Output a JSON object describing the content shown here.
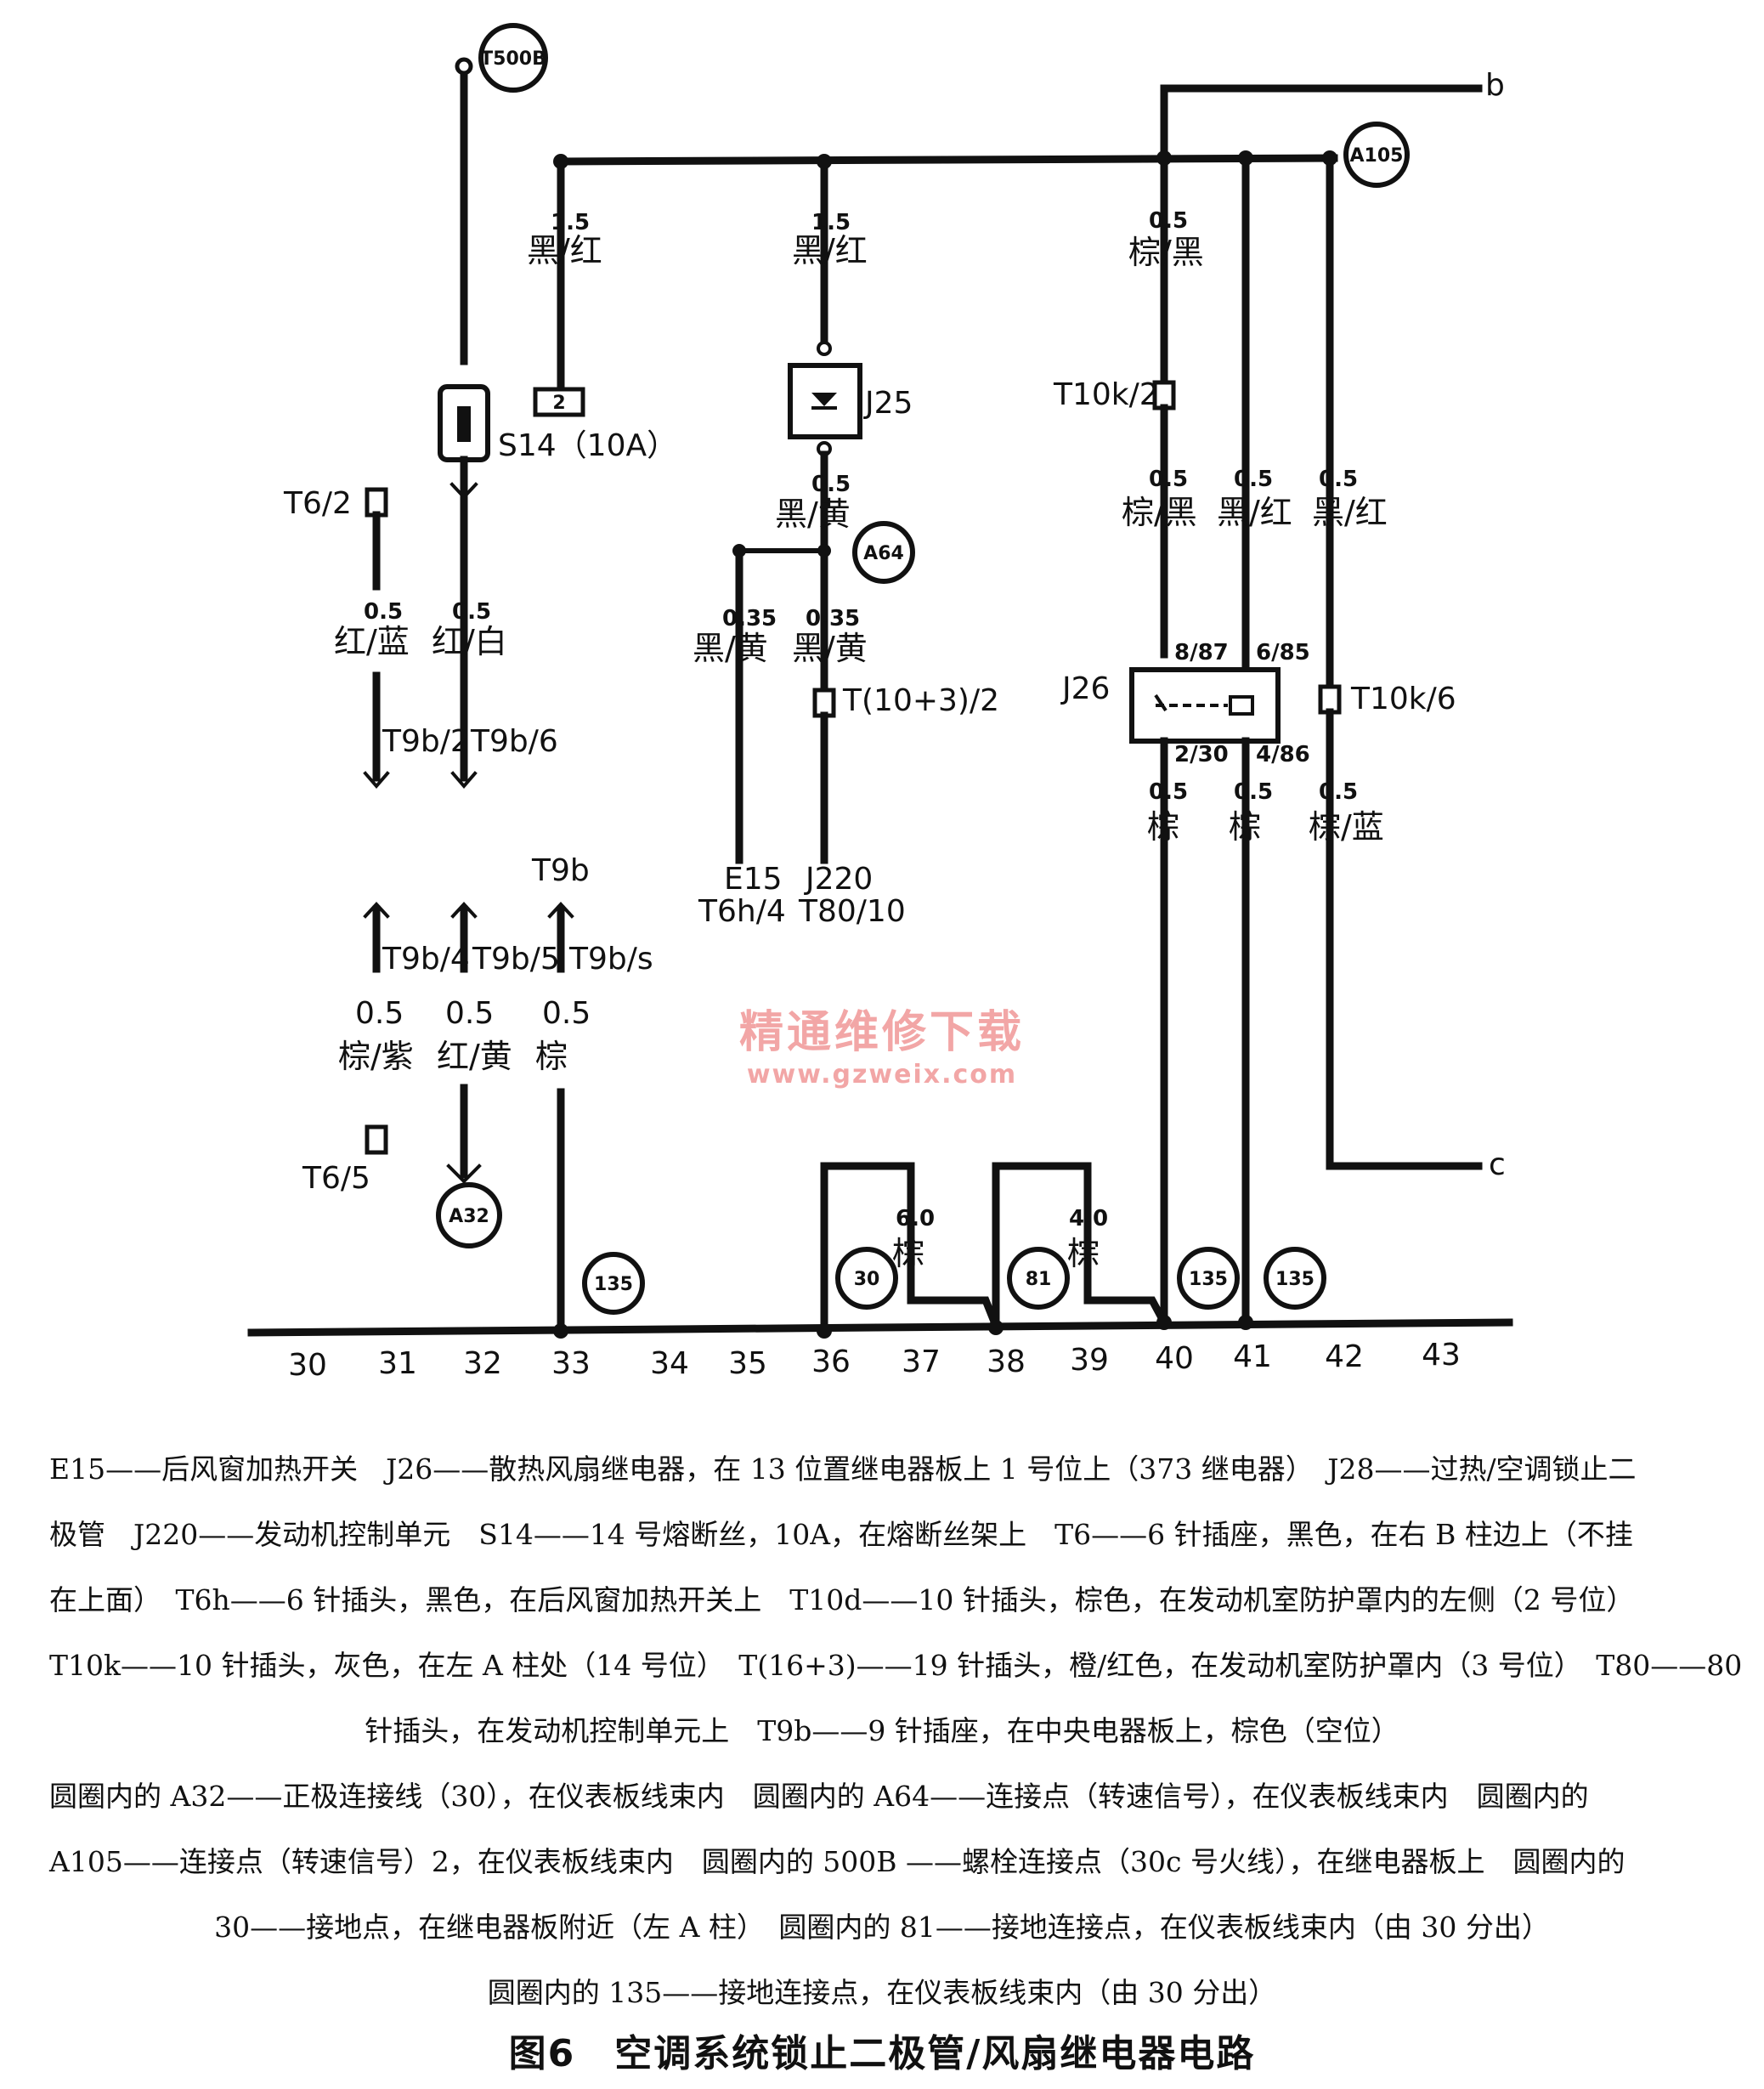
{
  "diagram": {
    "connectors": {
      "t500b": "T500B",
      "a105": "A105",
      "a64": "A64",
      "a32": "A32",
      "g30": "30",
      "g81": "81",
      "g135a": "135",
      "g135b": "135",
      "g135c": "135"
    },
    "terminals": {
      "b": "b",
      "c": "c"
    },
    "wires": {
      "w1_gauge": "1.5",
      "w1_color": "黑/红",
      "w2_gauge": "1.5",
      "w2_color": "黑/红",
      "w3_gauge": "0.5",
      "w3_color": "棕/黑",
      "w4_gauge": "0.5",
      "w4_color": "黑/黄",
      "w5_gauge": "0.35",
      "w5_color": "黑/黄",
      "w6_gauge": "0.35",
      "w6_color": "黑/黄",
      "w7_gauge": "0.5",
      "w7_color": "红/蓝",
      "w8_gauge": "0.5",
      "w8_color": "红/白",
      "w9_gauge": "0.5",
      "w9_color": "棕/黑",
      "w10_gauge": "0.5",
      "w10_color": "黑/红",
      "w11_gauge": "0.5",
      "w11_color": "黑/红",
      "w12_gauge": "0.5",
      "w12_color": "棕",
      "w13_gauge": "0.5",
      "w13_color": "棕",
      "w14_gauge": "0.5",
      "w14_color": "棕/蓝",
      "w15_gauge": "0.5",
      "w15_color": "棕/紫",
      "w16_gauge": "0.5",
      "w16_color": "红/黄",
      "w17_gauge": "0.5",
      "w17_color": "棕",
      "w18_gauge": "6.0",
      "w18_color": "棕",
      "w19_gauge": "4.0",
      "w19_color": "棕"
    },
    "components": {
      "s14": "S14（10A）",
      "s14_pin": "2",
      "j25": "J25",
      "j26": "J26",
      "j26_p1": "8/87",
      "j26_p2": "6/85",
      "j26_p3": "2/30",
      "j26_p4": "4/86",
      "t10k2": "T10k/2",
      "t10k6": "T10k/6",
      "t62": "T6/2",
      "t65": "T6/5",
      "t9b": "T9b",
      "t9b2": "T9b/2",
      "t9b6": "T9b/6",
      "t9b4": "T9b/4",
      "t9b5": "T9b/5",
      "t9bs": "T9b/s",
      "t103": "T(10+3)/2",
      "e15": "E15",
      "t6h4": "T6h/4",
      "j220": "J220",
      "t8010": "T80/10"
    },
    "positions": [
      "30",
      "31",
      "32",
      "33",
      "34",
      "35",
      "36",
      "37",
      "38",
      "39",
      "40",
      "41",
      "42",
      "43"
    ]
  },
  "watermark": {
    "line1": "精通维修下载",
    "line2": "www.gzweix.com"
  },
  "legend": {
    "lines": [
      "E15——后风窗加热开关　J26——散热风扇继电器，在 13 位置继电器板上 1 号位上（373 继电器）　J28——过热/空调锁止二",
      "极管　J220——发动机控制单元　S14——14 号熔断丝，10A，在熔断丝架上　T6——6 针插座，黑色，在右 B 柱边上（不挂",
      "在上面）　T6h——6 针插头，黑色，在后风窗加热开关上　T10d——10 针插头，棕色，在发动机室防护罩内的左侧（2 号位）",
      "T10k——10 针插头，灰色，在左 A 柱处（14 号位）　T(16+3)——19 针插头，橙/红色，在发动机室防护罩内（3 号位）　T80——80",
      "针插头，在发动机控制单元上　T9b——9 针插座，在中央电器板上，棕色（空位）",
      "圆圈内的 A32——正极连接线（30），在仪表板线束内　圆圈内的 A64——连接点（转速信号），在仪表板线束内　圆圈内的",
      "A105——连接点（转速信号）2，在仪表板线束内　圆圈内的 500B ——螺栓连接点（30c 号火线），在继电器板上　圆圈内的",
      "30——接地点，在继电器板附近（左 A 柱）　圆圈内的 81——接地连接点，在仪表板线束内（由 30 分出）",
      "圆圈内的 135——接地连接点，在仪表板线束内（由 30 分出）"
    ]
  },
  "caption": "图6　空调系统锁止二极管/风扇继电器电路"
}
